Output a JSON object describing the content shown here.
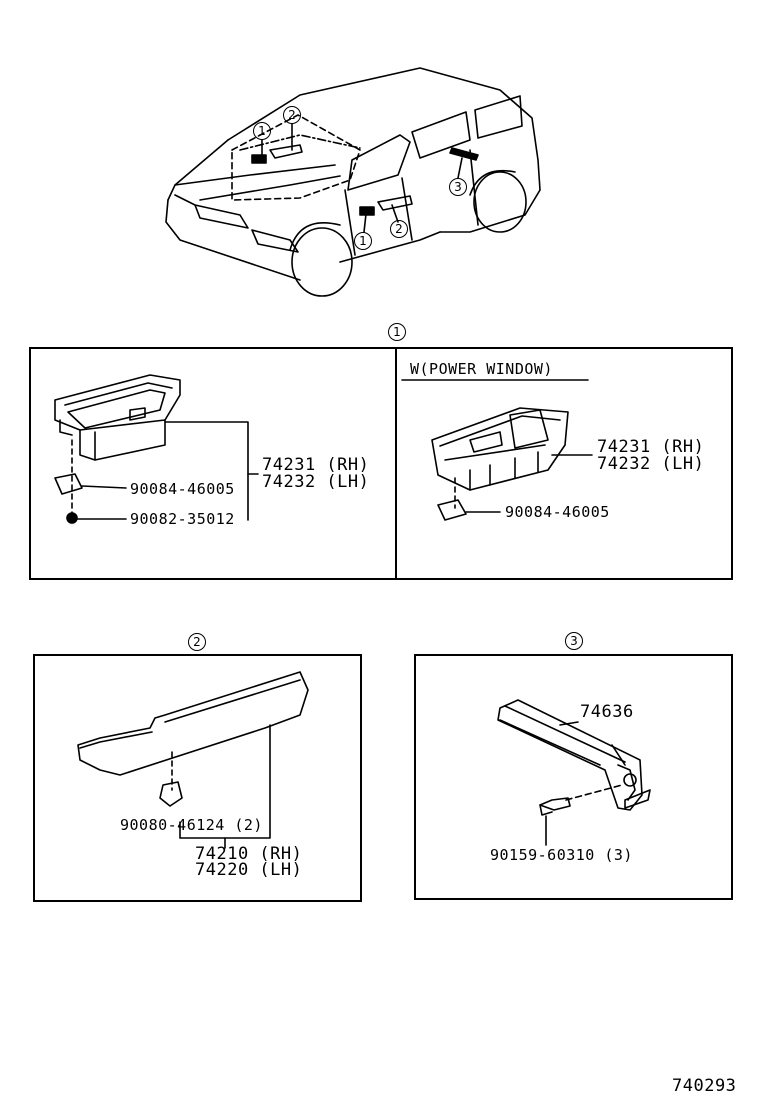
{
  "section_markers": {
    "s1": "1",
    "s2": "2",
    "s3": "3"
  },
  "vehicle_callouts": [
    "1",
    "2",
    "1",
    "2",
    "3"
  ],
  "section1": {
    "left_parts": {
      "p1_rh": "74231 (RH)",
      "p1_lh": "74232 (LH)",
      "clip": "90084-46005",
      "screw": "90082-35012"
    },
    "right_header": "W(POWER WINDOW)",
    "right_parts": {
      "p1_rh": "74231 (RH)",
      "p1_lh": "74232 (LH)",
      "clip": "90084-46005"
    }
  },
  "section2": {
    "clip": "90080-46124 (2)",
    "p_rh": "74210 (RH)",
    "p_lh": "74220 (LH)"
  },
  "section3": {
    "part": "74636",
    "bolt": "90159-60310 (3)"
  },
  "figure_id": "740293"
}
